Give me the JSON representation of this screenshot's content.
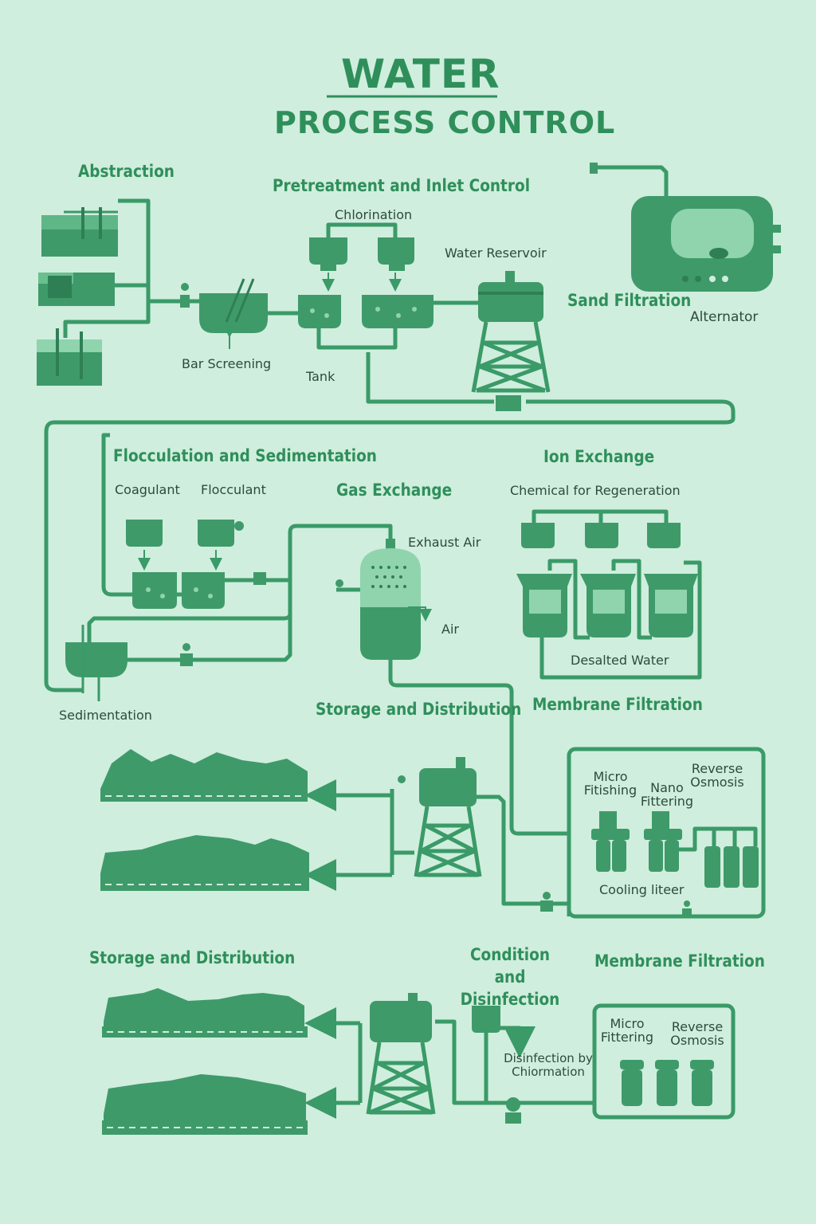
{
  "title": {
    "line1": "WATER",
    "line2": "PROCESS CONTROL"
  },
  "sections": {
    "abstraction": "Abstraction",
    "pretreatment": "Pretreatment and Inlet Control",
    "sand_filtration": "Sand Filtration",
    "flocculation": "Flocculation and Sedimentation",
    "ion_exchange": "Ion Exchange",
    "gas_exchange": "Gas Exchange",
    "storage_1": "Storage and Distribution",
    "membrane_1": "Membrane Filtration",
    "storage_2": "Storage and Distribution",
    "condition": "Condition and Disinfection",
    "membrane_2": "Membrane Filtration"
  },
  "labels": {
    "chlorination": "Chlorination",
    "water_reservoir": "Water Reservoir",
    "alternator": "Alternator",
    "bar_screening": "Bar Screening",
    "tank": "Tank",
    "coagulant": "Coagulant",
    "flocculant": "Flocculant",
    "chemical_regeneration": "Chemical for Regeneration",
    "exhaust_air": "Exhaust Air",
    "air": "Air",
    "desalted_water": "Desalted Water",
    "sedimentation": "Sedimentation",
    "micro_fitishing": "Micro Fitishing",
    "nano_fittering": "Nano Fittering",
    "reverse_osmosis_1": "Reverse Osmosis",
    "cooling_liteer": "Cooling liteer",
    "disinfection_chlormation": "Disinfection by Chiormation",
    "micro_fittering": "Micro Fittering",
    "reverse_osmosis_2": "Reverse Osmosis"
  },
  "colors": {
    "background": "#cfeedd",
    "pipe": "#3a9a68",
    "equipment": "#3f9a6a",
    "dark_fill": "#2f7f55",
    "heading": "#2f8f5b",
    "label": "#2d4b3b"
  }
}
